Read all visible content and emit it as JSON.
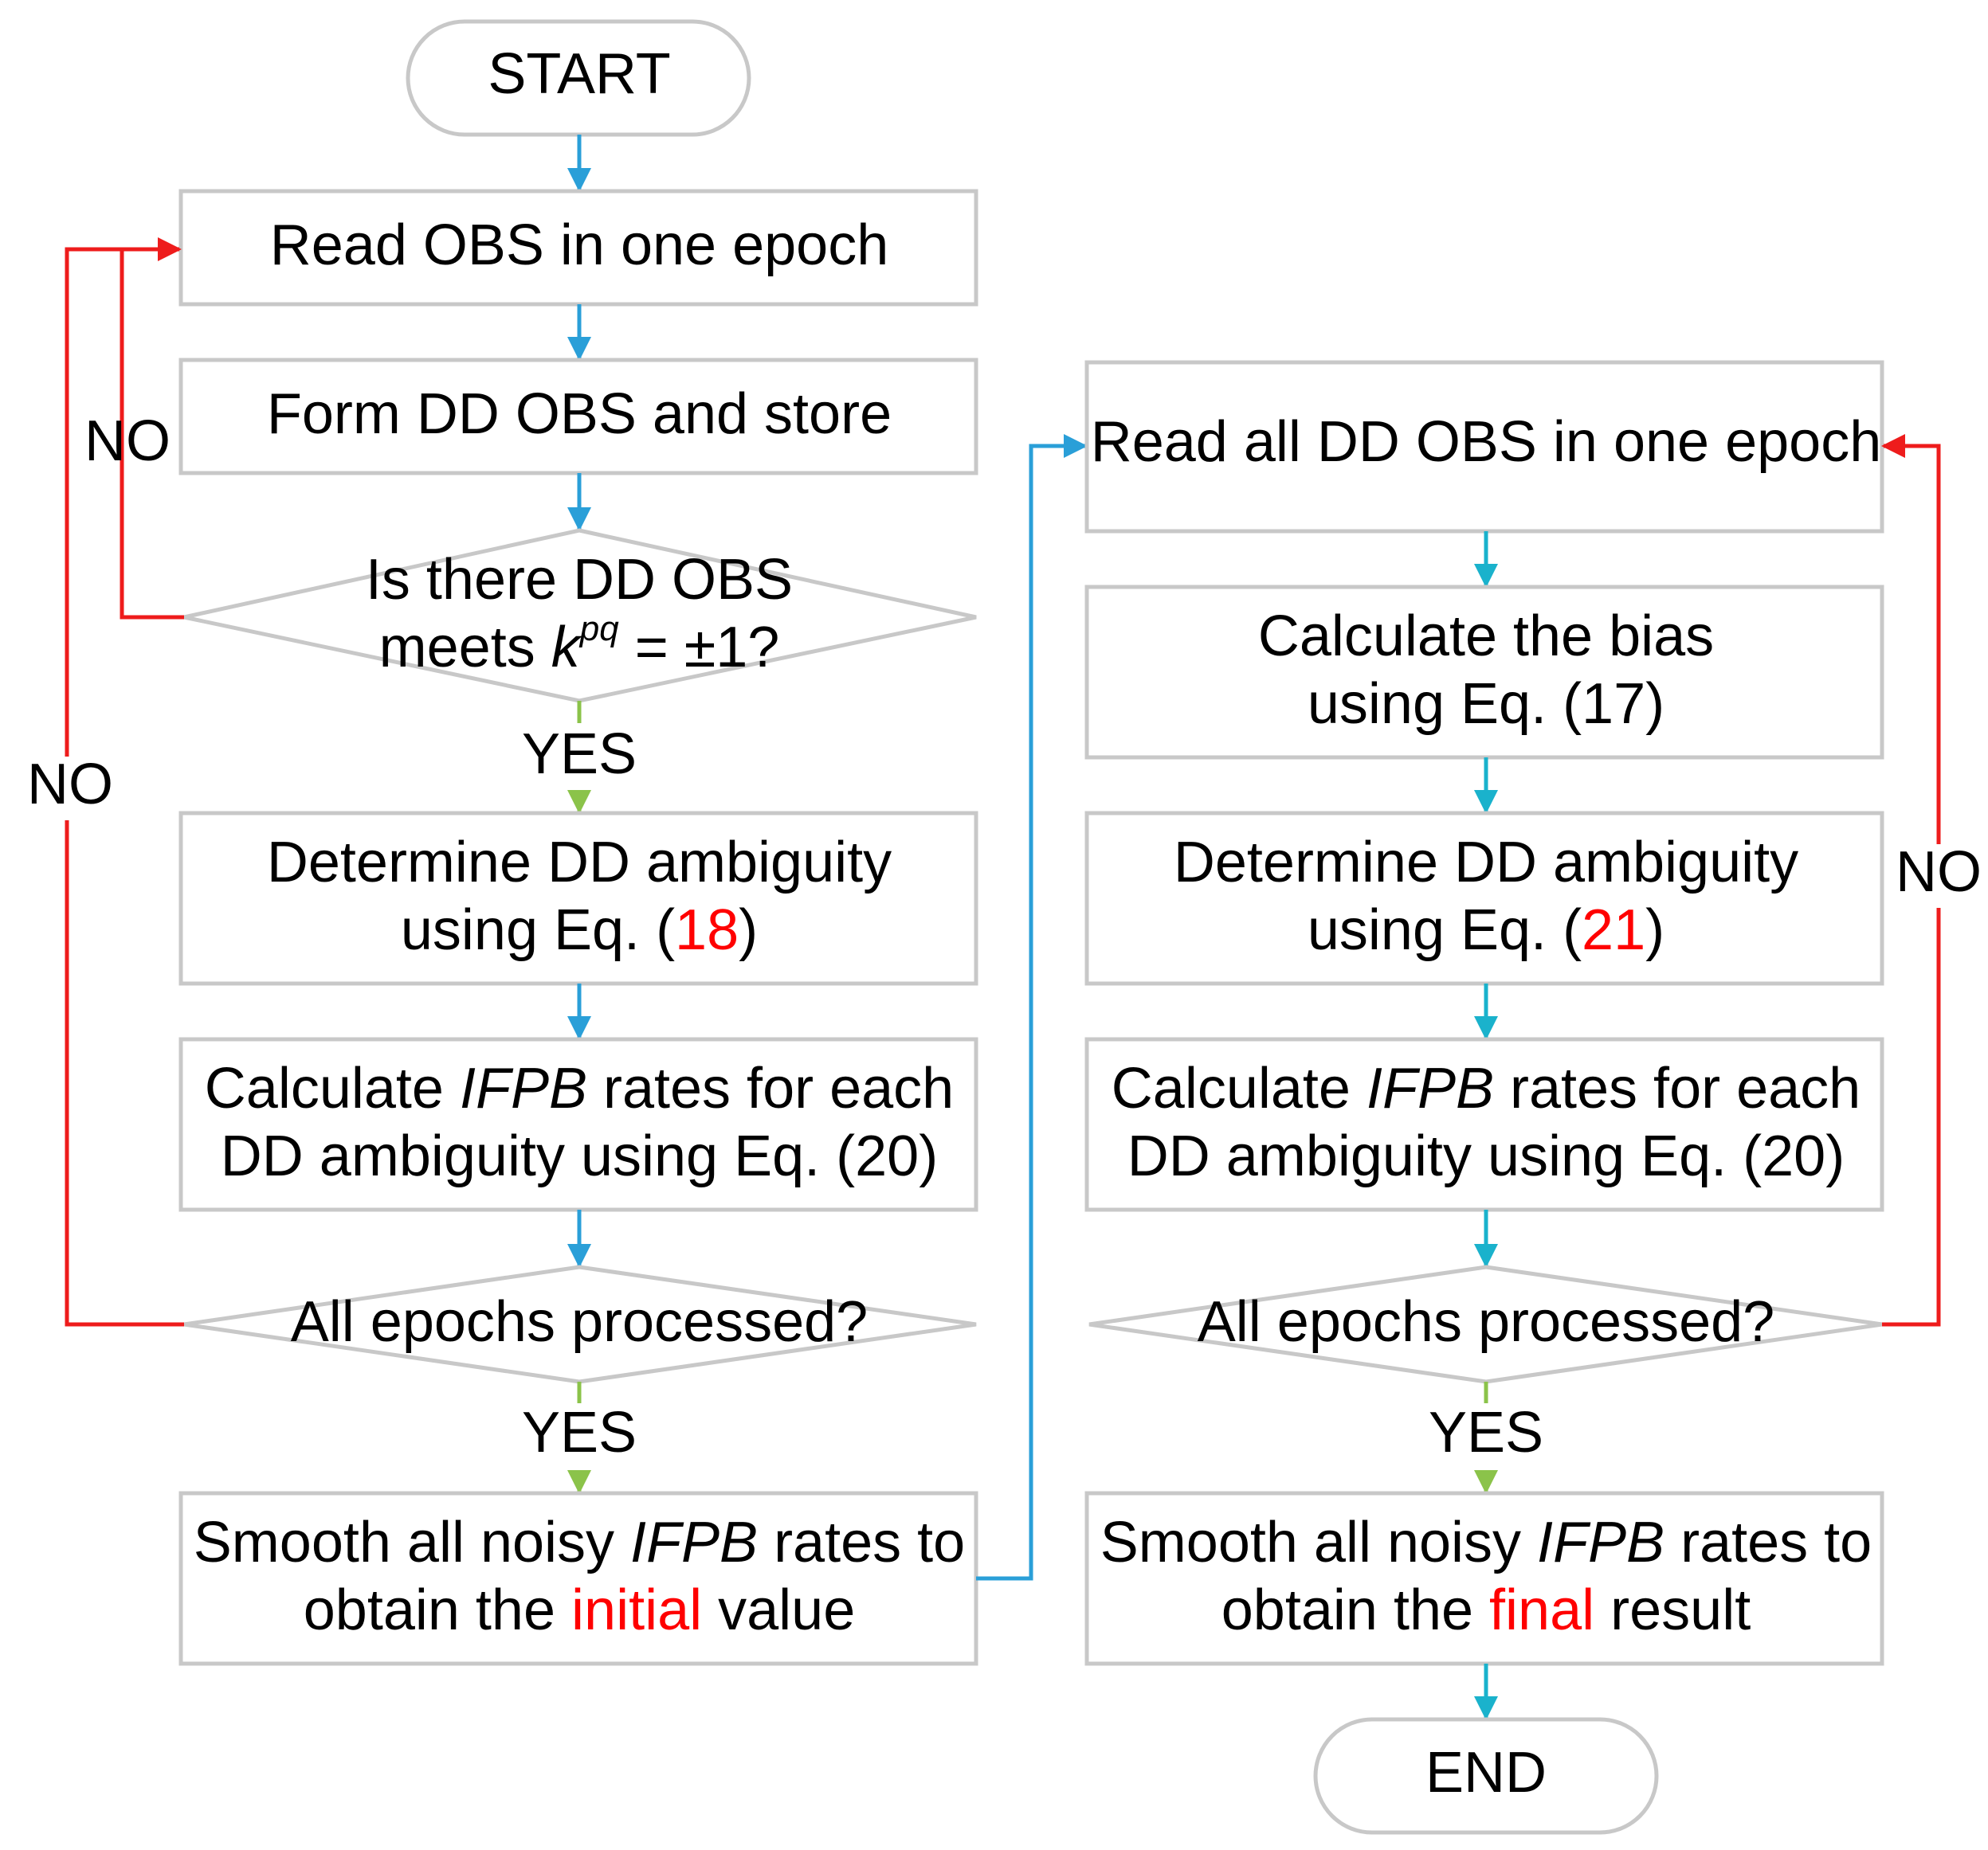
{
  "colors": {
    "box_border": "#c8c8c8",
    "flow_arrow_left": "#2a9fd8",
    "flow_arrow_right": "#1ab2cc",
    "yes_arrow": "#8bc34a",
    "no_arrow": "#ee1c1c",
    "highlight_text": "#ff0000"
  },
  "start": "START",
  "end": "END",
  "left": {
    "read": "Read OBS in one epoch",
    "form": "Form DD OBS and store",
    "decision1": {
      "line1": "Is there DD OBS",
      "line2_pre": "meets ",
      "k": "k",
      "sup": "pq",
      "line2_post": " = ±1?"
    },
    "determine": {
      "line1": "Determine DD ambiguity",
      "line2_pre": "using Eq. (",
      "eq": "18",
      "line2_post": ")"
    },
    "calc": {
      "line1_pre": "Calculate ",
      "ifpb": "IFPB",
      "line1_post": " rates for each",
      "line2": "DD ambiguity using Eq. (20)"
    },
    "decision2": "All epochs processed?",
    "smooth": {
      "line1_pre": "Smooth all noisy ",
      "ifpb": "IFPB",
      "line1_post": " rates to",
      "line2_pre": "obtain the ",
      "highlight": "initial",
      "line2_post": " value"
    }
  },
  "right": {
    "read": "Read all DD OBS in one epoch",
    "bias": {
      "line1": "Calculate the bias",
      "line2": "using Eq. (17)"
    },
    "determine": {
      "line1": "Determine DD ambiguity",
      "line2_pre": "using Eq. (",
      "eq": "21",
      "line2_post": ")"
    },
    "calc": {
      "line1_pre": "Calculate ",
      "ifpb": "IFPB",
      "line1_post": " rates for each",
      "line2": "DD ambiguity using Eq. (20)"
    },
    "decision": "All epochs processed?",
    "smooth": {
      "line1_pre": "Smooth all noisy ",
      "ifpb": "IFPB",
      "line1_post": " rates to",
      "line2_pre": "obtain the ",
      "highlight": "final",
      "line2_post": " result"
    }
  },
  "labels": {
    "yes": "YES",
    "no": "NO"
  }
}
